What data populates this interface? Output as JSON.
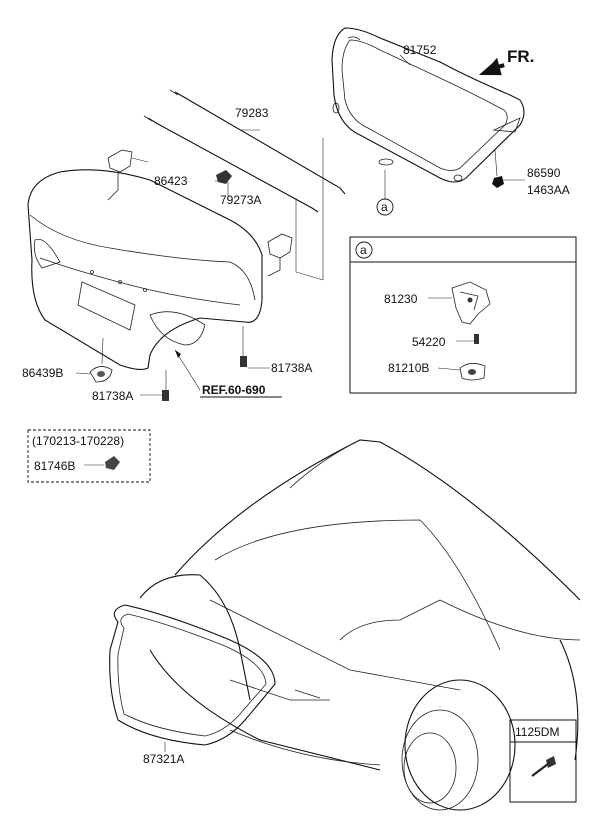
{
  "direction": {
    "label": "FR.",
    "icon": "front-arrow-icon"
  },
  "parts": {
    "p81752": "81752",
    "p79283": "79283",
    "p86423": "86423",
    "p79273A": "79273A",
    "p86590": "86590",
    "p1463AA": "1463AA",
    "p86439B": "86439B",
    "p81738A_right": "81738A",
    "p81738A_bottom": "81738A",
    "p81746B": "81746B",
    "p87321A": "87321A"
  },
  "reference": "REF.60-690",
  "callout": {
    "marker": "a"
  },
  "detail_box": {
    "marker": "a",
    "parts": {
      "p81230": "81230",
      "p54220": "54220",
      "p81210B": "81210B"
    }
  },
  "date_range_box": {
    "range": "(170213-170228)"
  },
  "bolt_box": {
    "code": "1125DM"
  }
}
